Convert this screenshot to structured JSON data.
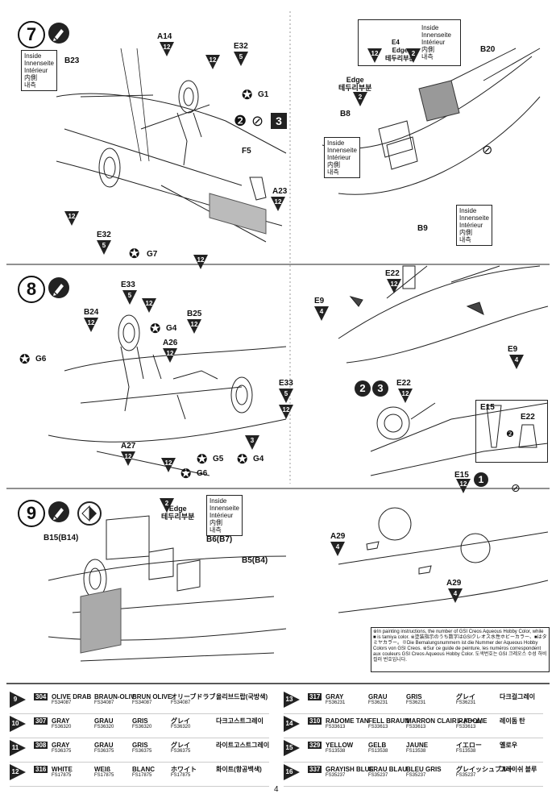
{
  "steps": {
    "step7": {
      "number": "7"
    },
    "step8": {
      "number": "8"
    },
    "step9": {
      "number": "9"
    }
  },
  "icons": {
    "pencil": "pencil-icon",
    "star": "star-icon",
    "knife": "knife-icon"
  },
  "inside_box": {
    "line1": "Inside",
    "line2": "Innenseite",
    "line3": "Intérieur",
    "line4": "内側",
    "line5": "내측",
    "paint": "12"
  },
  "edge_label": {
    "line1": "Edge",
    "line2": "테두리부분"
  },
  "step7_labels": {
    "a14": "A14",
    "e32_top": "E32",
    "e32_top_paint": "5",
    "g1": "G1",
    "f5": "F5",
    "a23": "A23",
    "b23": "B23",
    "e32_bottom": "E32",
    "e32_bottom_paint": "5",
    "g7": "G7",
    "b20": "B20",
    "b8": "B8",
    "b9": "B9",
    "e4": "E4",
    "paint12": "12",
    "paint2": "2",
    "paint3": "3"
  },
  "step8_labels": {
    "e33_top": "E33",
    "e33_top_paint": "5",
    "b24": "B24",
    "g4_a": "G4",
    "g6_a": "G6",
    "a26": "A26",
    "b25": "B25",
    "e33_right": "E33",
    "e33_right_paint": "5",
    "a27": "A27",
    "g5": "G5",
    "g4_b": "G4",
    "g6_b": "G6",
    "paint3": "3",
    "e22_top": "E22",
    "e9_left": "E9",
    "e9_left_paint": "4",
    "e9_right": "E9",
    "e9_right_paint": "4",
    "e22_mid": "E22",
    "e15_a": "E15",
    "e15_b": "E15",
    "e22_c": "E22",
    "black2": "2",
    "black3": "3",
    "black1": "1"
  },
  "step9_labels": {
    "b15": "B15(B14)",
    "b6": "B6(B7)",
    "b5": "B5(B4)",
    "a29_a": "A29",
    "a29_a_paint": "4",
    "a29_b": "A29",
    "a29_b_paint": "4",
    "paint2": "2"
  },
  "note_text": "※In painting instructions, the number of GSI Creos Aqueous Hobby Color, while ■ is tamiya color. ※塗装指示のうち数字はGSIクレオス水性ホビーカラー、■はタミヤカラー。※Die Bemalungsnummern ist die Nummer der Aqueous Hobby Colors von GSI Creos. ※Sur ce guide de peinture, les numéros correspondent aux couleurs GSI Creos Aqueous Hobby Color. 도색번호는 GSI 크레오스 수성 하비 컬러 번호입니다.",
  "color_table": {
    "left": [
      {
        "num": "9",
        "code": "304",
        "en": "OLIVE DRAB",
        "fs": "FS34087",
        "de": "BRAUN-OLIV",
        "de_fs": "FS34087",
        "fr": "BRUN OLIVE",
        "fr_fs": "FS34087",
        "ja": "オリーブドラブ",
        "ja_fs": "FS34087",
        "ko": "올리브드랍(국방색)"
      },
      {
        "num": "10",
        "code": "307",
        "en": "GRAY",
        "fs": "FS36320",
        "de": "GRAU",
        "de_fs": "FS36320",
        "fr": "GRIS",
        "fr_fs": "FS36320",
        "ja": "グレイ",
        "ja_fs": "FS36320",
        "ko": "다크고스트그레이"
      },
      {
        "num": "11",
        "code": "308",
        "en": "GRAY",
        "fs": "FS36375",
        "de": "GRAU",
        "de_fs": "FS36375",
        "fr": "GRIS",
        "fr_fs": "FS36375",
        "ja": "グレイ",
        "ja_fs": "FS36375",
        "ko": "라이트고스트그레이"
      },
      {
        "num": "12",
        "code": "316",
        "en": "WHITE",
        "fs": "FS17875",
        "de": "WEIß",
        "de_fs": "FS17875",
        "fr": "BLANC",
        "fr_fs": "FS17875",
        "ja": "ホワイト",
        "ja_fs": "FS17875",
        "ko": "화이트(항공백색)"
      }
    ],
    "right": [
      {
        "num": "13",
        "code": "317",
        "en": "GRAY",
        "fs": "FS36231",
        "de": "GRAU",
        "de_fs": "FS36231",
        "fr": "GRIS",
        "fr_fs": "FS36231",
        "ja": "グレイ",
        "ja_fs": "FS36231",
        "ko": "다크걸그레이"
      },
      {
        "num": "14",
        "code": "310",
        "en": "RADOME TAN",
        "fs": "FS33613",
        "de": "FELL BRAUN",
        "de_fs": "FS33613",
        "fr": "MARRON CLAIR RADOME",
        "fr_fs": "FS33613",
        "ja": "レドーム",
        "ja_fs": "FS33613",
        "ko": "레이돔 탄"
      },
      {
        "num": "15",
        "code": "329",
        "en": "YELLOW",
        "fs": "FS13538",
        "de": "GELB",
        "de_fs": "FS13538",
        "fr": "JAUNE",
        "fr_fs": "FS13538",
        "ja": "イエロー",
        "ja_fs": "FS13538",
        "ko": "옐로우"
      },
      {
        "num": "16",
        "code": "337",
        "en": "GRAYISH BLUE",
        "fs": "FS35237",
        "de": "GRAU BLAU",
        "de_fs": "FS35237",
        "fr": "BLEU GRIS",
        "fr_fs": "FS35237",
        "ja": "グレイッシュブルー",
        "ja_fs": "FS35237",
        "ko": "그레이쉬 블루"
      }
    ]
  },
  "page_number": "4"
}
